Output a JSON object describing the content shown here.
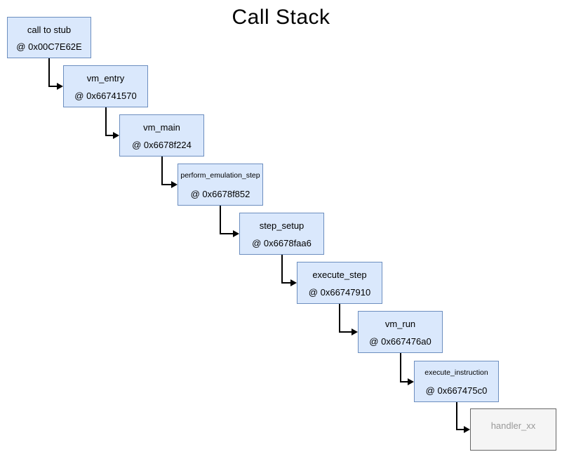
{
  "title": "Call Stack",
  "colors": {
    "frame_fill": "#dae8fc",
    "frame_border": "#6c8ebf",
    "placeholder_fill": "#f5f5f5",
    "placeholder_border": "#666666",
    "placeholder_text": "#999999",
    "arrow": "#000000",
    "title_text": "#000000"
  },
  "frames": [
    {
      "name": "call to stub",
      "address": "@ 0x00C7E62E",
      "variant": "active"
    },
    {
      "name": "vm_entry",
      "address": "@ 0x66741570",
      "variant": "active"
    },
    {
      "name": "vm_main",
      "address": "@ 0x6678f224",
      "variant": "active"
    },
    {
      "name": "perform_emulation_step",
      "address": "@ 0x6678f852",
      "variant": "active"
    },
    {
      "name": "step_setup",
      "address": "@ 0x6678faa6",
      "variant": "active"
    },
    {
      "name": "execute_step",
      "address": "@ 0x66747910",
      "variant": "active"
    },
    {
      "name": "vm_run",
      "address": "@ 0x667476a0",
      "variant": "active"
    },
    {
      "name": "execute_instruction",
      "address": "@ 0x667475c0",
      "variant": "active"
    },
    {
      "name": "handler_xx",
      "address": "",
      "variant": "placeholder"
    }
  ]
}
